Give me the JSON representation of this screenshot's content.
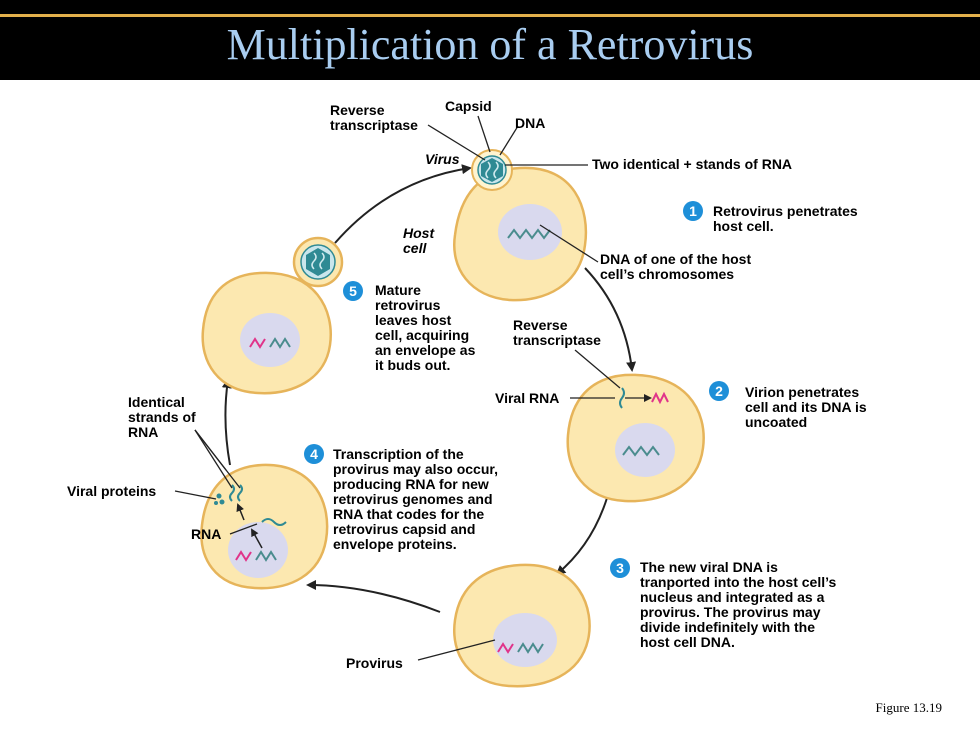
{
  "title": "Multiplication of a Retrovirus",
  "figure": "Figure 13.19",
  "labels": {
    "reverse_transcriptase_top": "Reverse\ntranscriptase",
    "capsid": "Capsid",
    "dna": "DNA",
    "virus": "Virus",
    "two_strands": "Two identical + stands of RNA",
    "host_cell": "Host\ncell",
    "host_dna": "DNA of one of the host\ncell’s chromosomes",
    "reverse_transcriptase_mid": "Reverse\ntranscriptase",
    "viral_rna": "Viral RNA",
    "identical_strands": "Identical\nstrands of\nRNA",
    "viral_proteins": "Viral proteins",
    "rna": "RNA",
    "provirus": "Provirus"
  },
  "steps": [
    {
      "num": "1",
      "text": "Retrovirus penetrates\nhost cell."
    },
    {
      "num": "2",
      "text": "Virion penetrates\ncell and its DNA is\nuncoated"
    },
    {
      "num": "3",
      "text": "The new viral DNA is\ntranported into the host cell’s\nnucleus and integrated as a\nprovirus. The provirus may\ndivide indefinitely with the\nhost cell DNA."
    },
    {
      "num": "4",
      "text": "Transcription of the\nprovirus may also occur,\nproducing RNA for new\nretrovirus genomes and\nRNA that codes for the\nretrovirus capsid and\nenvelope proteins."
    },
    {
      "num": "5",
      "text": "Mature\nretrovirus\nleaves host\ncell, acquiring\nan envelope as\nit buds out."
    }
  ],
  "colors": {
    "title_bar": "#000000",
    "title_text": "#a9cdf0",
    "cell_fill": "#fce8b0",
    "cell_border": "#e6b45a",
    "nucleus": "#d9d9ee",
    "step_badge": "#1e8fd8",
    "viral_dna": "#e0348a",
    "virus_capsid": "#2f8a94"
  }
}
